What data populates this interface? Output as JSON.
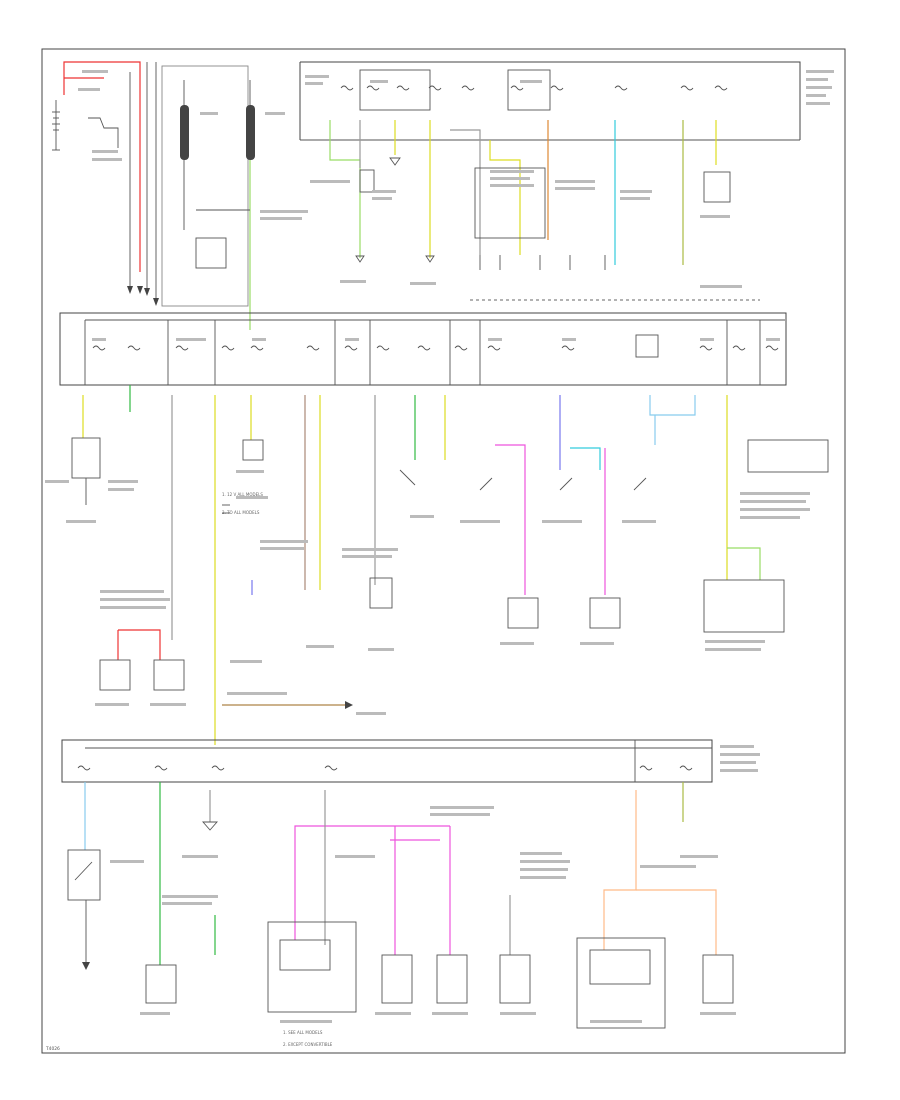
{
  "diagram": {
    "corner_code": "T4026",
    "legend_notes": [
      "1. 12 V ALL MODELS",
      "2. TO ALL MODELS"
    ],
    "lower_notes": [
      "1. SEE ALL MODELS",
      "2. EXCEPT CONVERTIBLE"
    ]
  },
  "colors": {
    "frame": "#444444",
    "red": "#ee3333",
    "green": "#33bb44",
    "yellow": "#dddd22",
    "light_green": "#99dd66",
    "orange": "#dd8833",
    "cyan": "#33ccdd",
    "violet": "#7777ee",
    "pink": "#ee55dd",
    "tan": "#bb9966",
    "peach": "#ffbb88",
    "olive": "#aabb44",
    "gray": "#999999",
    "brown": "#aa8877",
    "sky": "#88ccee"
  }
}
